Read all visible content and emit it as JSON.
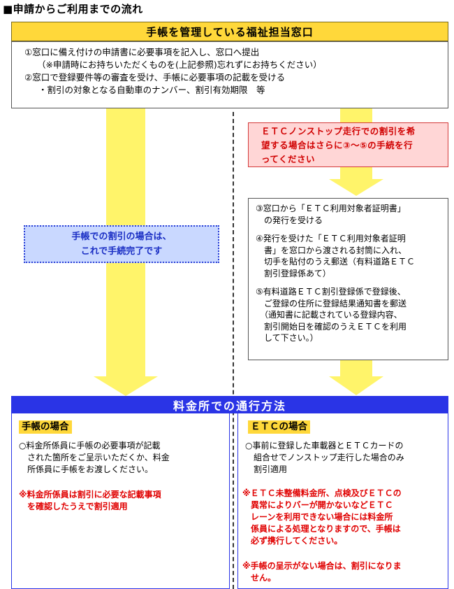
{
  "heading": "■申請からご利用までの流れ",
  "top": {
    "title": "手帳を管理している福祉担当窓口",
    "line1": "①窓口に備え付けの申請書に必要事項を記入し、窓口へ提出",
    "line1b": "（※申請時にお持ちいただくものを(上記参照)忘れずにお持ちください）",
    "line2": "②窓口で登録要件等の審査を受け、手帳に必要事項の記載を受ける",
    "line3": "・割引の対象となる自動車のナンバー、割引有効期限　等"
  },
  "etc_notice": "ＥＴＣノンストップ走行での割引を希\n望する場合はさらに③～⑤の手続を行\nってください",
  "steps": {
    "s3": "③窓口から「ＥＴＣ利用対象者証明書」\n　の発行を受ける",
    "s4": "④発行を受けた「ＥＴＣ利用対象者証明\n　書」を窓口から渡される封筒に入れ、\n　切手を貼付のうえ郵送（有料道路ＥＴＣ\n　割引登録係あて）",
    "s5": "⑤有料道路ＥＴＣ割引登録係で登録後、\n　ご登録の住所に登録結果通知書を郵送\n　（通知書に記載されている登録内容、\n　割引開始日を確認のうえＥＴＣを利用\n　して下さい。）"
  },
  "complete": {
    "line1": "手帳での割引の場合は、",
    "line2": "これで手続完了です"
  },
  "toll": {
    "title": "料金所での通行方法",
    "left": {
      "label": "手帳の場合",
      "body": "○料金所係員に手帳の必要事項が記載\n　された箇所をご呈示いただくか、料金\n　所係員に手帳をお渡しください。",
      "note": "※料金所係員は割引に必要な記載事項\n　を確認したうえで割引適用"
    },
    "right": {
      "label": "ＥＴＣの場合",
      "body": "○事前に登録した車載器とＥＴＣカードの\n　組合せでノンストップ走行した場合のみ\n　割引適用",
      "note1": "※ＥＴＣ未整備料金所、点検及びＥＴＣの\n　異常によりバーが開かないなどＥＴＣ\n　レーンを利用できない場合には料金所\n　係員による処理となりますので、手帳は\n　必ず携行してください。",
      "note2": "※手帳の呈示がない場合は、割引になりま\n　せん。"
    }
  },
  "colors": {
    "yellow": "#ffd83a",
    "arrow": "#fff46a",
    "blue": "#2a34e6",
    "red": "#e00000",
    "pink": "#ffd6d6",
    "light_blue": "#c9d8ff"
  }
}
